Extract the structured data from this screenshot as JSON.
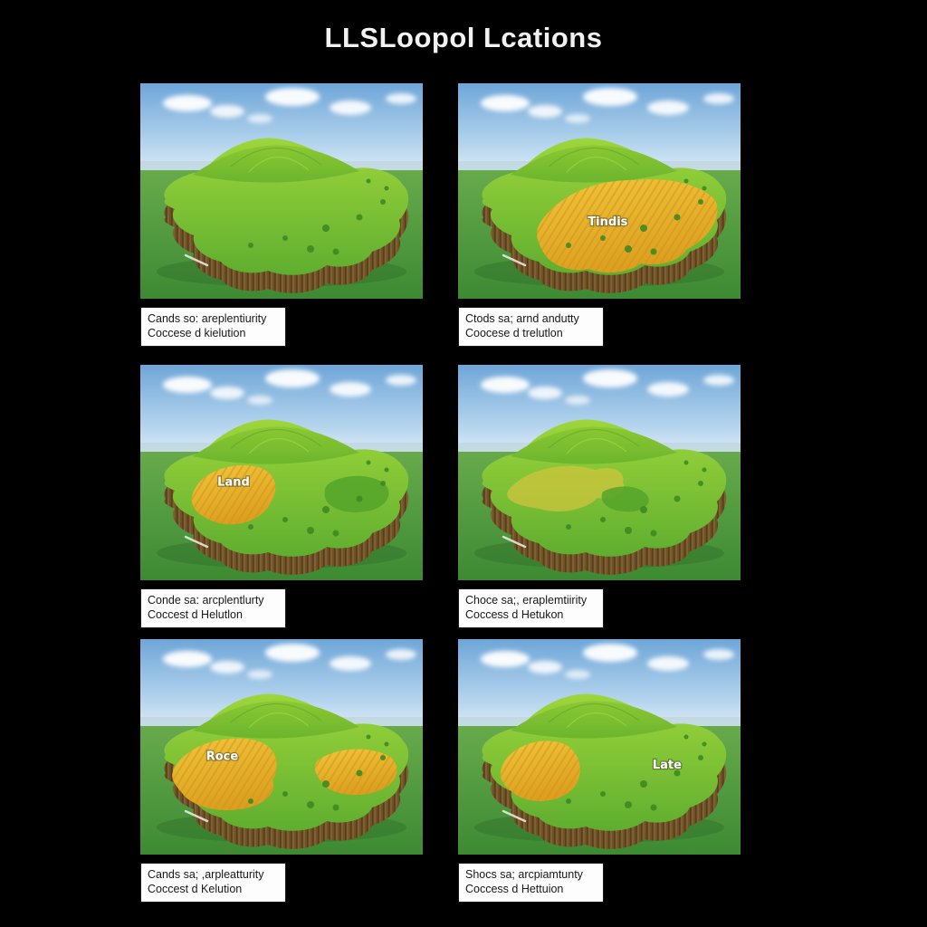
{
  "title": "LLSLoopol Lcations",
  "panels": [
    {
      "name": "top-left",
      "variant": "plain",
      "label": null,
      "caption_line1": "Cands so: areplentiurity",
      "caption_line2": "Coccese d kielution"
    },
    {
      "name": "top-right",
      "variant": "lower-right-large",
      "label": {
        "text": "Tindis",
        "x_pct": 53,
        "y_pct": 66
      },
      "caption_line1": "Ctods sa; arnd andutty",
      "caption_line2": "Coocese d trelutlon"
    },
    {
      "name": "middle-left",
      "variant": "left-medium",
      "label": {
        "text": "Land",
        "x_pct": 33,
        "y_pct": 56
      },
      "caption_line1": "Conde sa: arcplentlurty",
      "caption_line2": "Coccest d Helutlon"
    },
    {
      "name": "middle-right",
      "variant": "left-subtle",
      "label": null,
      "caption_line1": "Choce sa;, eraplemtiirity",
      "caption_line2": "Coccess d Hetukon"
    },
    {
      "name": "bottom-left",
      "variant": "two-patches",
      "label": {
        "text": "Roce",
        "x_pct": 29,
        "y_pct": 56
      },
      "caption_line1": "Cands sa; ,arpleatturity",
      "caption_line2": "Coccest d Kelution"
    },
    {
      "name": "bottom-right",
      "variant": "left-circle",
      "label": {
        "text": "Late",
        "x_pct": 74,
        "y_pct": 60
      },
      "caption_line1": "Shocs sa; arcpiamtunty",
      "caption_line2": "Coccess d Hettuion"
    }
  ],
  "colors": {
    "background": "#000000",
    "title_text": "#f2f2f2",
    "sky_top": "#6ea6d8",
    "sky_horizon": "#e2eef7",
    "cloud": "#ffffff",
    "plain_green_light": "#67aa4c",
    "plain_green_dark": "#3d8a33",
    "plateau_green_light": "#9ed63b",
    "plateau_green_dark": "#5fae2f",
    "hill_green": "#8cc832",
    "cliff_brown_light": "#8f6c38",
    "cliff_brown_mid": "#7a5a2c",
    "cliff_brown_dark": "#5e431f",
    "field_yellow_light": "#f2c53a",
    "field_yellow_dark": "#dd9f1f",
    "field_subtle": "#cfc43c",
    "tree_green": "#3e8a22",
    "caption_bg": "#fdfdfd",
    "caption_border": "#1b1b1b",
    "caption_text": "#171717",
    "label_text": "#ffffff"
  }
}
